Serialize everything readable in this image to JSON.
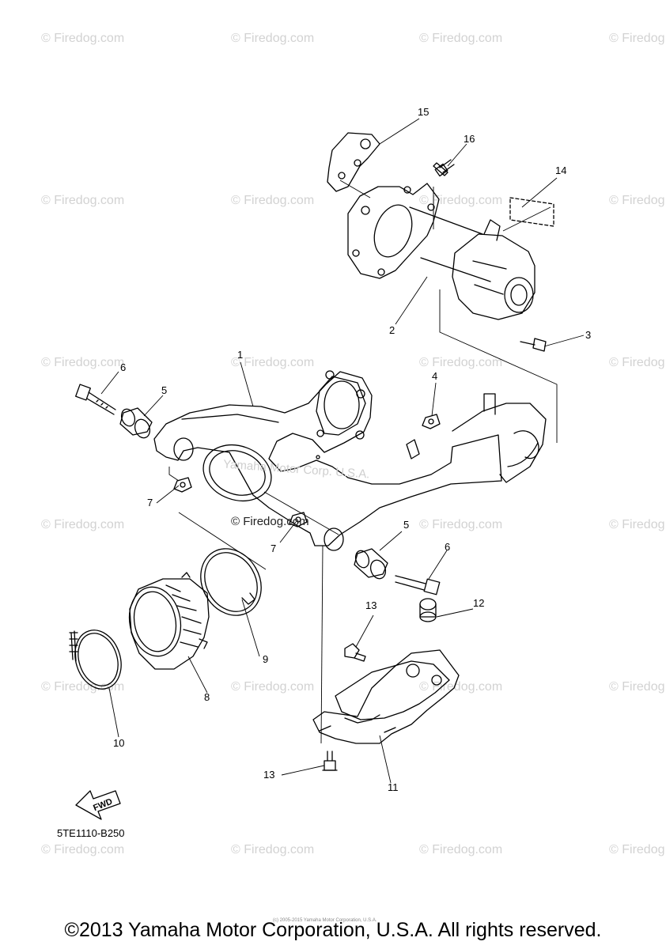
{
  "watermark_text": "© Firedog.com",
  "center_watermark": "© Firedog.com",
  "embossed_text": "Yamaha Motor Corp. U.S.A.",
  "fwd_label": "FWD",
  "drawing_code": "5TE1110-B250",
  "tiny_line": "(c) 2005-2015 Yamaha Motor Corporation, U.S.A.",
  "copyright": "©2013 Yamaha Motor Corporation, U.S.A. All rights reserved.",
  "callouts": [
    "15",
    "16",
    "14",
    "2",
    "3",
    "1",
    "6",
    "5",
    "4",
    "7",
    "7",
    "5",
    "6",
    "13",
    "12",
    "9",
    "8",
    "10",
    "13",
    "11"
  ]
}
